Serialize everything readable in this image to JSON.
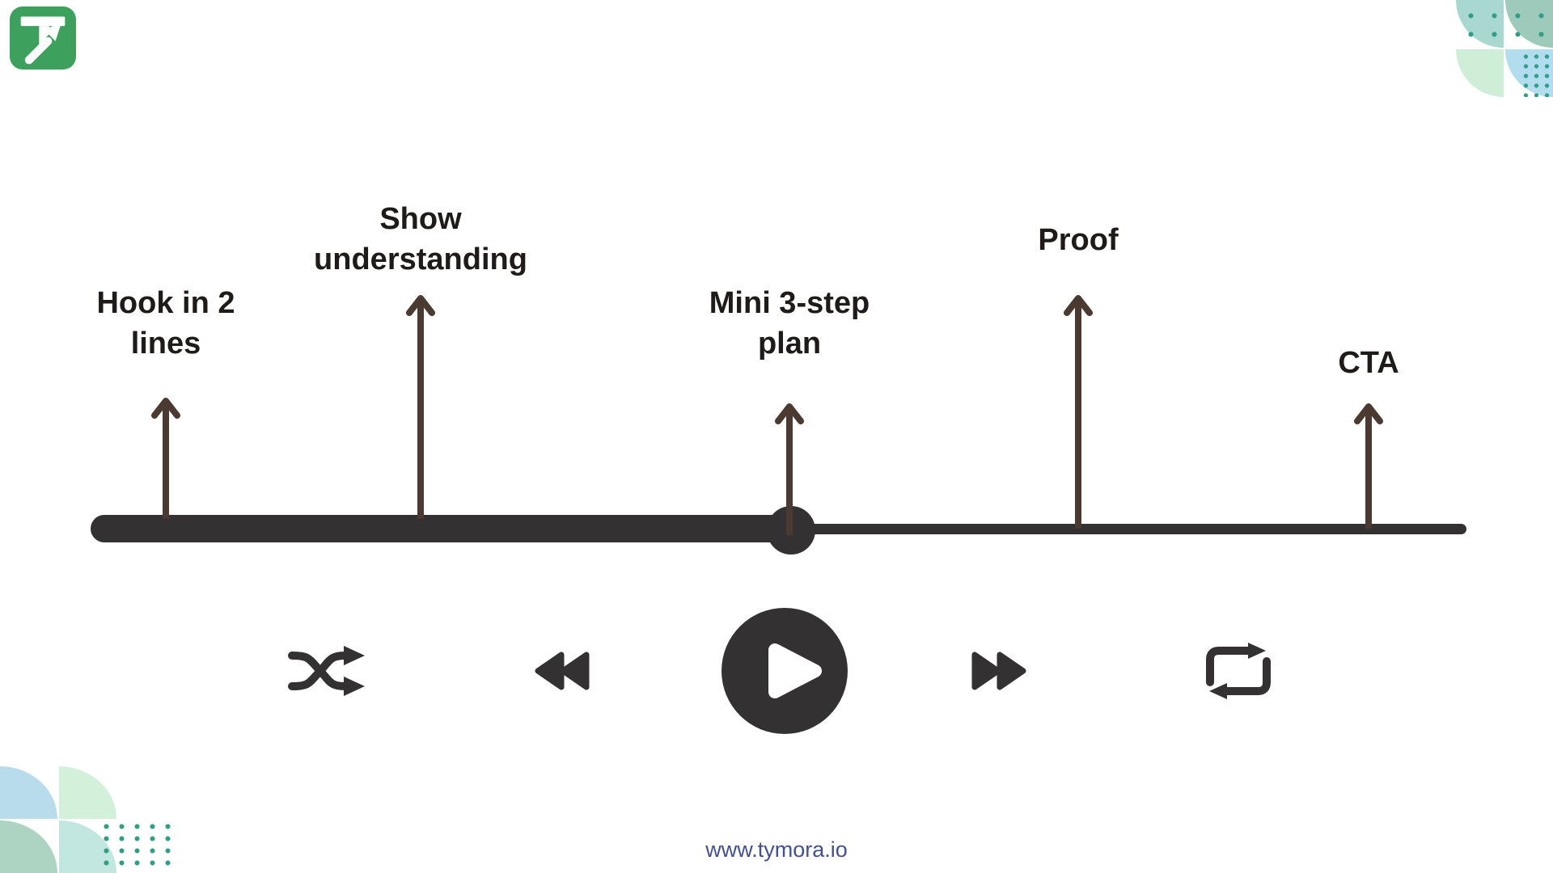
{
  "page": {
    "background": "#ffffff"
  },
  "brand": {
    "name": "Tymora",
    "logo_icon": "t-arrow-logo",
    "logo_color": "#3da05c"
  },
  "colors": {
    "charcoal": "#343132",
    "arrow_brown": "#4a3a31",
    "label_text": "#1e1b1a",
    "footer_text": "#44508e",
    "logo_green": "#3da05c",
    "deco_dot": "#2f9e85",
    "tr_cell_1": "#a8d8d0",
    "tr_cell_2": "#9ecabb",
    "tr_cell_3": "#cfeed8",
    "tr_cell_4": "#b2ddee",
    "bl_cell_1": "#b9dcec",
    "bl_cell_2": "#d3f0da",
    "bl_cell_3": "#add4c3",
    "bl_cell_4": "#c2e6e0"
  },
  "timeline": {
    "style": "music-player progress bar with marker arrows",
    "markers": [
      {
        "id": "hook",
        "label": "Hook in 2\nlines",
        "state": "played"
      },
      {
        "id": "show-understanding",
        "label": "Show\nunderstanding",
        "state": "played"
      },
      {
        "id": "mini-plan",
        "label": "Mini 3-step\nplan",
        "state": "current"
      },
      {
        "id": "proof",
        "label": "Proof",
        "state": "upcoming"
      },
      {
        "id": "cta",
        "label": "CTA",
        "state": "upcoming"
      }
    ]
  },
  "player": {
    "controls": [
      {
        "id": "shuffle",
        "icon": "shuffle-icon"
      },
      {
        "id": "rewind",
        "icon": "rewind-icon"
      },
      {
        "id": "play",
        "icon": "play-icon"
      },
      {
        "id": "fast-forward",
        "icon": "fast-forward-icon"
      },
      {
        "id": "repeat",
        "icon": "repeat-icon"
      }
    ]
  },
  "footer": {
    "url": "www.tymora.io"
  }
}
